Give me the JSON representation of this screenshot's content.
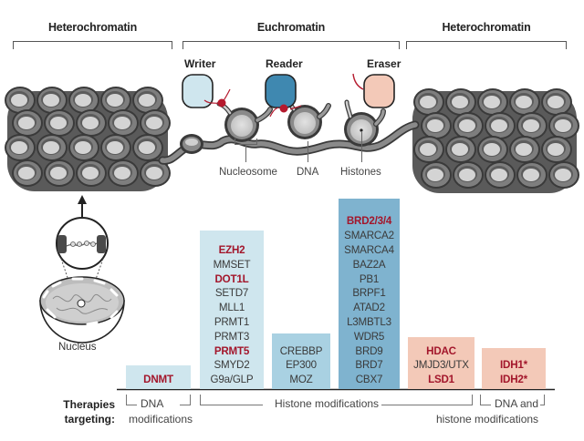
{
  "headers": {
    "left": "Heterochromatin",
    "center": "Euchromatin",
    "right": "Heterochromatin"
  },
  "roles": {
    "writer": {
      "label": "Writer",
      "color": "#cfe6ee"
    },
    "reader": {
      "label": "Reader",
      "color": "#3f88b0"
    },
    "eraser": {
      "label": "Eraser",
      "color": "#f3c9b8"
    }
  },
  "annotations": {
    "nucleosome": "Nucleosome",
    "dna": "DNA",
    "histones": "Histones",
    "nucleus": "Nucleus"
  },
  "colors": {
    "mark_red": "#a3162b",
    "chromatin_gray": "#6f6f6f",
    "histone_light": "#cfcfcf"
  },
  "therapy_boxes": [
    {
      "id": "dna-methylation",
      "color": "#cfe6ee",
      "items": [
        {
          "text": "DNMT",
          "highlight": true
        }
      ]
    },
    {
      "id": "writers",
      "color": "#cfe6ee",
      "items": [
        {
          "text": "EZH2",
          "highlight": true
        },
        {
          "text": "MMSET",
          "highlight": false
        },
        {
          "text": "DOT1L",
          "highlight": true
        },
        {
          "text": "SETD7",
          "highlight": false
        },
        {
          "text": "MLL1",
          "highlight": false
        },
        {
          "text": "PRMT1",
          "highlight": false
        },
        {
          "text": "PRMT3",
          "highlight": false
        },
        {
          "text": "PRMT5",
          "highlight": true
        },
        {
          "text": "SMYD2",
          "highlight": false
        },
        {
          "text": "G9a/GLP",
          "highlight": false
        }
      ]
    },
    {
      "id": "acetyltransferases",
      "color": "#a9d1e2",
      "items": [
        {
          "text": "CREBBP",
          "highlight": false
        },
        {
          "text": "EP300",
          "highlight": false
        },
        {
          "text": "MOZ",
          "highlight": false
        }
      ]
    },
    {
      "id": "readers",
      "color": "#7fb3cf",
      "items": [
        {
          "text": "BRD2/3/4",
          "highlight": true
        },
        {
          "text": "SMARCA2",
          "highlight": false
        },
        {
          "text": "SMARCA4",
          "highlight": false
        },
        {
          "text": "BAZ2A",
          "highlight": false
        },
        {
          "text": "PB1",
          "highlight": false
        },
        {
          "text": "BRPF1",
          "highlight": false
        },
        {
          "text": "ATAD2",
          "highlight": false
        },
        {
          "text": "L3MBTL3",
          "highlight": false
        },
        {
          "text": "WDR5",
          "highlight": false
        },
        {
          "text": "BRD9",
          "highlight": false
        },
        {
          "text": "BRD7",
          "highlight": false
        },
        {
          "text": "CBX7",
          "highlight": false
        }
      ]
    },
    {
      "id": "erasers",
      "color": "#f3c9b8",
      "items": [
        {
          "text": "HDAC",
          "highlight": true
        },
        {
          "text": "JMJD3/UTX",
          "highlight": false
        },
        {
          "text": "LSD1",
          "highlight": true
        }
      ]
    },
    {
      "id": "idh",
      "color": "#f3c9b8",
      "items": [
        {
          "text": "IDH1*",
          "highlight": true
        },
        {
          "text": "IDH2*",
          "highlight": true
        }
      ]
    }
  ],
  "therapies": {
    "label_line1": "Therapies",
    "label_line2": "targeting:",
    "dna_line1": "DNA",
    "dna_line2": "modifications",
    "histone": "Histone modifications",
    "both_line1": "DNA and",
    "both_line2": "histone modifications"
  }
}
